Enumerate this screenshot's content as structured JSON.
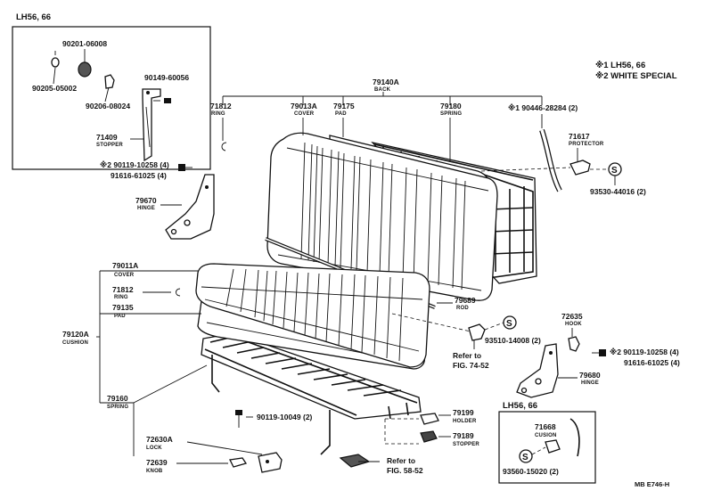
{
  "box_top": {
    "title": "LH56, 66"
  },
  "box_bottom": {
    "title": "LH56, 66"
  },
  "notes": {
    "n1": "※1 LH56, 66",
    "n2": "※2 WHITE SPECIAL"
  },
  "parts": {
    "p90201": {
      "no": "90201-06008"
    },
    "p90205": {
      "no": "90205-05002"
    },
    "p90206": {
      "no": "90206-08024"
    },
    "p90149": {
      "no": "90149-60056"
    },
    "p71409": {
      "no": "71409",
      "name": "STOPPER"
    },
    "p79140": {
      "no": "79140A",
      "name": "BACK"
    },
    "p71812a": {
      "no": "71812",
      "name": "RING"
    },
    "p79013": {
      "no": "79013A",
      "name": "COVER"
    },
    "p79175": {
      "no": "79175",
      "name": "PAD"
    },
    "p79180": {
      "no": "79180",
      "name": "SPRING"
    },
    "p90446": {
      "no": "※1 90446-28284 (2)"
    },
    "p71617": {
      "no": "71617",
      "name": "PROTECTOR"
    },
    "p93530": {
      "no": "93530-44016 (2)"
    },
    "p90119a": {
      "no": "※2 90119-10258 (4)"
    },
    "p91616a": {
      "no": "91616-61025 (4)"
    },
    "p79670": {
      "no": "79670",
      "name": "HINGE"
    },
    "p79011": {
      "no": "79011A",
      "name": "COVER"
    },
    "p71812b": {
      "no": "71812",
      "name": "RING"
    },
    "p79135": {
      "no": "79135",
      "name": "PAD"
    },
    "p79120": {
      "no": "79120A",
      "name": "CUSHION"
    },
    "p79160": {
      "no": "79160",
      "name": "SPRING"
    },
    "p79689": {
      "no": "79689",
      "name": "ROD"
    },
    "p93510": {
      "no": "93510-14008 (2)"
    },
    "ref74": {
      "line1": "Refer to",
      "line2": "FIG. 74-52"
    },
    "p72635": {
      "no": "72635",
      "name": "HOOK"
    },
    "p90119b": {
      "no": "※2 90119-10258 (4)"
    },
    "p91616b": {
      "no": "91616-61025 (4)"
    },
    "p79680": {
      "no": "79680",
      "name": "HINGE"
    },
    "p90119c": {
      "no": "90119-10049 (2)"
    },
    "p79199": {
      "no": "79199",
      "name": "HOLDER"
    },
    "p79189": {
      "no": "79189",
      "name": "STOPPER"
    },
    "p72630": {
      "no": "72630A",
      "name": "LOCK"
    },
    "p72639": {
      "no": "72639",
      "name": "KNOB"
    },
    "ref58": {
      "line1": "Refer to",
      "line2": "FIG. 58-52"
    },
    "p71668": {
      "no": "71668",
      "name": "CUSION"
    },
    "p93560": {
      "no": "93560-15020 (2)"
    }
  },
  "footer": {
    "code": "MB  E746-H"
  }
}
